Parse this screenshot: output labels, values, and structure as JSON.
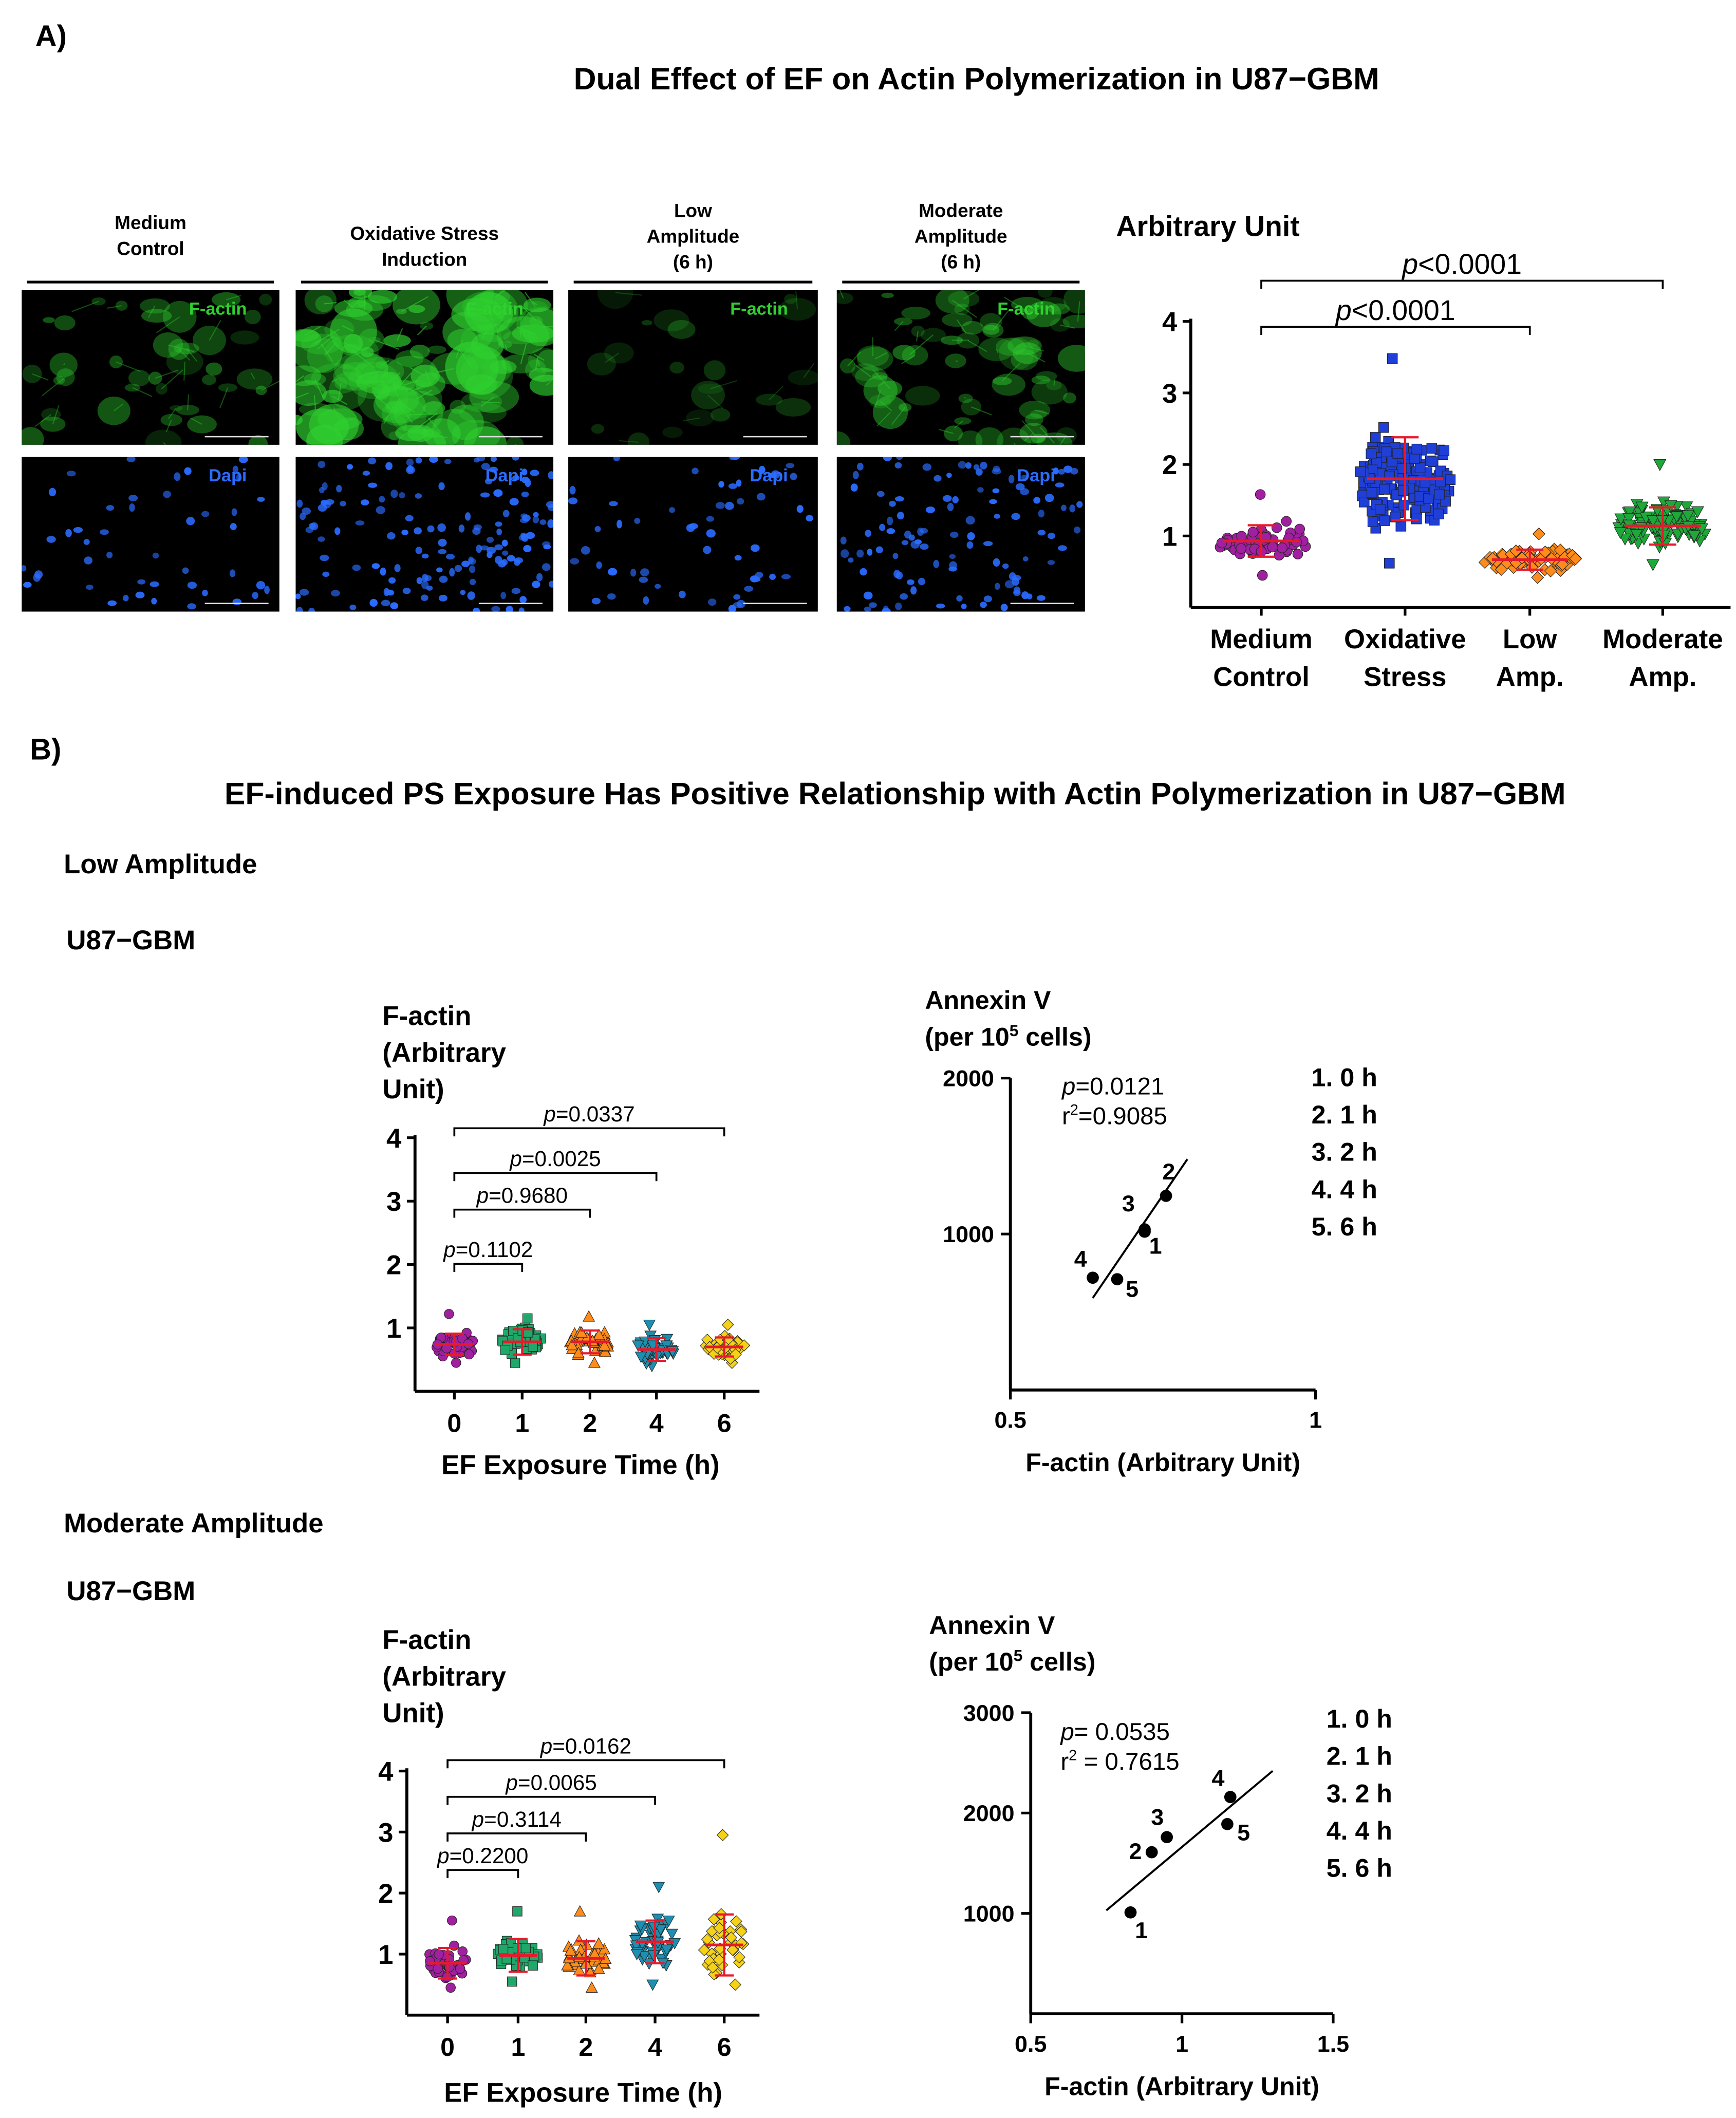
{
  "panel_a": {
    "letter": "A)",
    "title": "Dual Effect of EF on Actin Polymerization in U87−GBM",
    "microscopy": {
      "columns": [
        {
          "lines": [
            "Medium",
            "Control"
          ]
        },
        {
          "lines": [
            "Oxidative Stress",
            "Induction"
          ]
        },
        {
          "lines": [
            "Low",
            "Amplitude",
            "(6 h)"
          ]
        },
        {
          "lines": [
            "Moderate",
            "Amplitude",
            "(6 h)"
          ]
        }
      ],
      "row_labels": [
        "F-actin",
        "Dapi"
      ],
      "stain_colors": {
        "f_actin": "#2fd12f",
        "dapi": "#2a6cff"
      }
    }
  },
  "panel_b": {
    "letter": "B)",
    "title": "EF-induced PS Exposure Has Positive Relationship with Actin Polymerization in U87−GBM",
    "low": {
      "section": "Low Amplitude",
      "cell_line": "U87−GBM"
    },
    "moderate": {
      "section": "Moderate Amplitude",
      "cell_line": "U87−GBM"
    }
  },
  "chart_data": [
    {
      "id": "A_scatter",
      "type": "scatter",
      "ylabel": "Arbitrary Unit",
      "ylim": [
        0,
        4
      ],
      "yticks": [
        1,
        2,
        3,
        4
      ],
      "categories": [
        {
          "lines": [
            "Medium",
            "Control"
          ],
          "mean": 0.93,
          "sd": 0.22,
          "min": 0.45,
          "max": 1.58,
          "n": 60,
          "color": "#a020a0",
          "marker": "circle"
        },
        {
          "lines": [
            "Oxidative",
            "Stress"
          ],
          "mean": 1.8,
          "sd": 0.58,
          "min": 0.62,
          "max": 3.48,
          "n": 180,
          "color": "#1f3fd6",
          "marker": "square"
        },
        {
          "lines": [
            "Low",
            "Amp."
          ],
          "mean": 0.67,
          "sd": 0.14,
          "min": 0.42,
          "max": 1.03,
          "n": 70,
          "color": "#ff8c1a",
          "marker": "diamond"
        },
        {
          "lines": [
            "Moderate",
            "Amp."
          ],
          "mean": 1.14,
          "sd": 0.26,
          "min": 0.6,
          "max": 2.0,
          "n": 110,
          "color": "#1fa83a",
          "marker": "triangle-down"
        }
      ],
      "comparisons": [
        {
          "from": 0,
          "to": 2,
          "p_label": "p",
          "p_value": "<0.0001"
        },
        {
          "from": 0,
          "to": 3,
          "p_label": "p",
          "p_value": "<0.0001"
        }
      ]
    },
    {
      "id": "B_low_time",
      "type": "scatter",
      "ylabel_lines": [
        "F-actin",
        "(Arbitrary",
        "Unit)"
      ],
      "xlabel": "EF Exposure Time (h)",
      "ylim": [
        0,
        4
      ],
      "yticks": [
        1,
        2,
        3,
        4
      ],
      "categories": [
        {
          "label": "0",
          "mean": 0.74,
          "sd": 0.17,
          "min": 0.45,
          "max": 1.22,
          "n": 45,
          "color": "#a020a0",
          "marker": "circle"
        },
        {
          "label": "1",
          "mean": 0.78,
          "sd": 0.2,
          "min": 0.45,
          "max": 1.15,
          "n": 45,
          "color": "#1fa86a",
          "marker": "square"
        },
        {
          "label": "2",
          "mean": 0.78,
          "sd": 0.18,
          "min": 0.45,
          "max": 1.18,
          "n": 50,
          "color": "#ff8c1a",
          "marker": "triangle-up"
        },
        {
          "label": "4",
          "mean": 0.66,
          "sd": 0.18,
          "min": 0.4,
          "max": 1.05,
          "n": 45,
          "color": "#1e8fb0",
          "marker": "triangle-down"
        },
        {
          "label": "6",
          "mean": 0.7,
          "sd": 0.15,
          "min": 0.45,
          "max": 1.05,
          "n": 45,
          "color": "#f5d21a",
          "marker": "diamond"
        }
      ],
      "comparisons": [
        {
          "from": 0,
          "to": 1,
          "p_label": "p",
          "p_value": "=0.1102"
        },
        {
          "from": 0,
          "to": 2,
          "p_label": "p",
          "p_value": "=0.9680"
        },
        {
          "from": 0,
          "to": 3,
          "p_label": "p",
          "p_value": "=0.0025"
        },
        {
          "from": 0,
          "to": 4,
          "p_label": "p",
          "p_value": "=0.0337"
        }
      ]
    },
    {
      "id": "B_low_corr",
      "type": "scatter",
      "ylabel_lines": [
        "Annexin V",
        "(per 10^5 cells)"
      ],
      "xlabel": "F-actin (Arbitrary Unit)",
      "xlim": [
        0.5,
        1
      ],
      "ylim": [
        0,
        2000
      ],
      "xticks": [
        "0.5",
        "1"
      ],
      "yticks": [
        "1000",
        "2000"
      ],
      "points": [
        {
          "label": "1",
          "x": 0.72,
          "y": 1030
        },
        {
          "label": "2",
          "x": 0.755,
          "y": 1245
        },
        {
          "label": "3",
          "x": 0.72,
          "y": 1015
        },
        {
          "label": "4",
          "x": 0.635,
          "y": 720
        },
        {
          "label": "5",
          "x": 0.675,
          "y": 710
        }
      ],
      "fit_line": {
        "x": [
          0.635,
          0.79
        ],
        "y": [
          590,
          1480
        ]
      },
      "stats": {
        "p_label": "p",
        "p_value": "=0.0121",
        "r2_label": "r",
        "r2_value": "=0.9085"
      },
      "legend": [
        "1. 0 h",
        "2. 1 h",
        "3. 2 h",
        "4. 4 h",
        "5. 6 h"
      ]
    },
    {
      "id": "B_mod_time",
      "type": "scatter",
      "ylabel_lines": [
        "F-actin",
        "(Arbitrary",
        "Unit)"
      ],
      "xlabel": "EF Exposure Time (h)",
      "ylim": [
        0,
        4
      ],
      "yticks": [
        1,
        2,
        3,
        4
      ],
      "categories": [
        {
          "label": "0",
          "mean": 0.85,
          "sd": 0.25,
          "min": 0.45,
          "max": 1.55,
          "n": 35,
          "color": "#a020a0",
          "marker": "circle"
        },
        {
          "label": "1",
          "mean": 0.98,
          "sd": 0.27,
          "min": 0.55,
          "max": 1.7,
          "n": 35,
          "color": "#1fa86a",
          "marker": "square"
        },
        {
          "label": "2",
          "mean": 0.93,
          "sd": 0.28,
          "min": 0.45,
          "max": 1.7,
          "n": 45,
          "color": "#ff8c1a",
          "marker": "triangle-up"
        },
        {
          "label": "4",
          "mean": 1.2,
          "sd": 0.35,
          "min": 0.5,
          "max": 2.1,
          "n": 50,
          "color": "#1e8fb0",
          "marker": "triangle-down"
        },
        {
          "label": "6",
          "mean": 1.15,
          "sd": 0.5,
          "min": 0.5,
          "max": 2.95,
          "n": 40,
          "color": "#f5d21a",
          "marker": "diamond"
        }
      ],
      "comparisons": [
        {
          "from": 0,
          "to": 1,
          "p_label": "p",
          "p_value": "=0.2200"
        },
        {
          "from": 0,
          "to": 2,
          "p_label": "p",
          "p_value": "=0.3114"
        },
        {
          "from": 0,
          "to": 3,
          "p_label": "p",
          "p_value": "=0.0065"
        },
        {
          "from": 0,
          "to": 4,
          "p_label": "p",
          "p_value": "=0.0162"
        }
      ]
    },
    {
      "id": "B_mod_corr",
      "type": "scatter",
      "ylabel_lines": [
        "Annexin V",
        "(per 10^5 cells)"
      ],
      "xlabel": "F-actin (Arbitrary Unit)",
      "xlim": [
        0.5,
        1.5
      ],
      "ylim": [
        0,
        3000
      ],
      "xticks": [
        "0.5",
        "1",
        "1.5"
      ],
      "yticks": [
        "1000",
        "2000",
        "3000"
      ],
      "points": [
        {
          "label": "1",
          "x": 0.83,
          "y": 1010
        },
        {
          "label": "2",
          "x": 0.9,
          "y": 1610
        },
        {
          "label": "3",
          "x": 0.95,
          "y": 1760
        },
        {
          "label": "4",
          "x": 1.16,
          "y": 2160
        },
        {
          "label": "5",
          "x": 1.15,
          "y": 1890
        }
      ],
      "fit_line": {
        "x": [
          0.75,
          1.3
        ],
        "y": [
          1030,
          2420
        ]
      },
      "stats": {
        "p_label": "p",
        "p_value": "= 0.0535",
        "r2_label": "r",
        "r2_value": " = 0.7615"
      },
      "legend": [
        "1. 0 h",
        "2. 1 h",
        "3. 2 h",
        "4. 4 h",
        "5. 6 h"
      ]
    }
  ]
}
